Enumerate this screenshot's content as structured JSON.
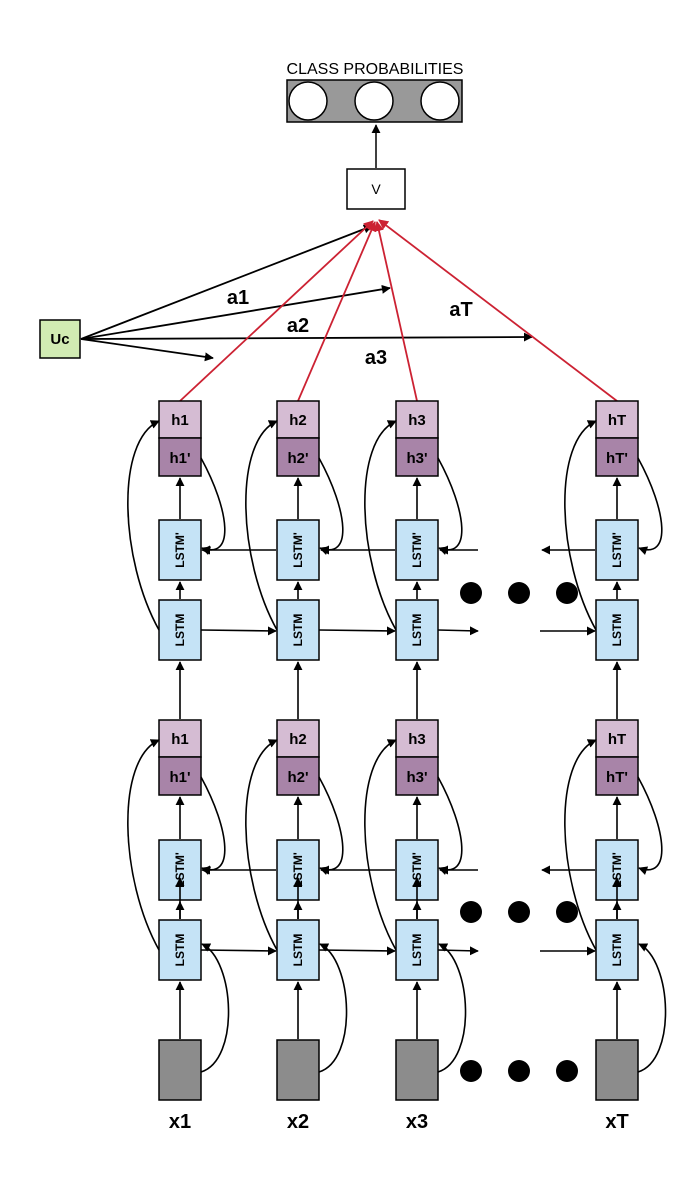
{
  "output": {
    "title": "CLASS PROBABILITIES",
    "node_count": 3
  },
  "v_box": {
    "label": "V"
  },
  "uc_box": {
    "label": "Uc"
  },
  "attention": {
    "a1": "a1",
    "a2": "a2",
    "a3": "a3",
    "aT": "aT"
  },
  "columns": [
    {
      "h": "h1",
      "hb": "h1'",
      "x": "x1"
    },
    {
      "h": "h2",
      "hb": "h2'",
      "x": "x2"
    },
    {
      "h": "h3",
      "hb": "h3'",
      "x": "x3"
    },
    {
      "h": "hT",
      "hb": "hT'",
      "x": "xT"
    }
  ],
  "lstm": {
    "forward": "LSTM",
    "backward": "LSTM'"
  },
  "colors": {
    "hidden_top": "#d5bcd3",
    "hidden_bottom": "#a884a8",
    "lstm_fill": "#c5e3f6",
    "input_fill": "#8c8c8c",
    "uc_fill": "#d1ebb3",
    "output_bar": "#999999",
    "attention_line": "#cc2233"
  }
}
